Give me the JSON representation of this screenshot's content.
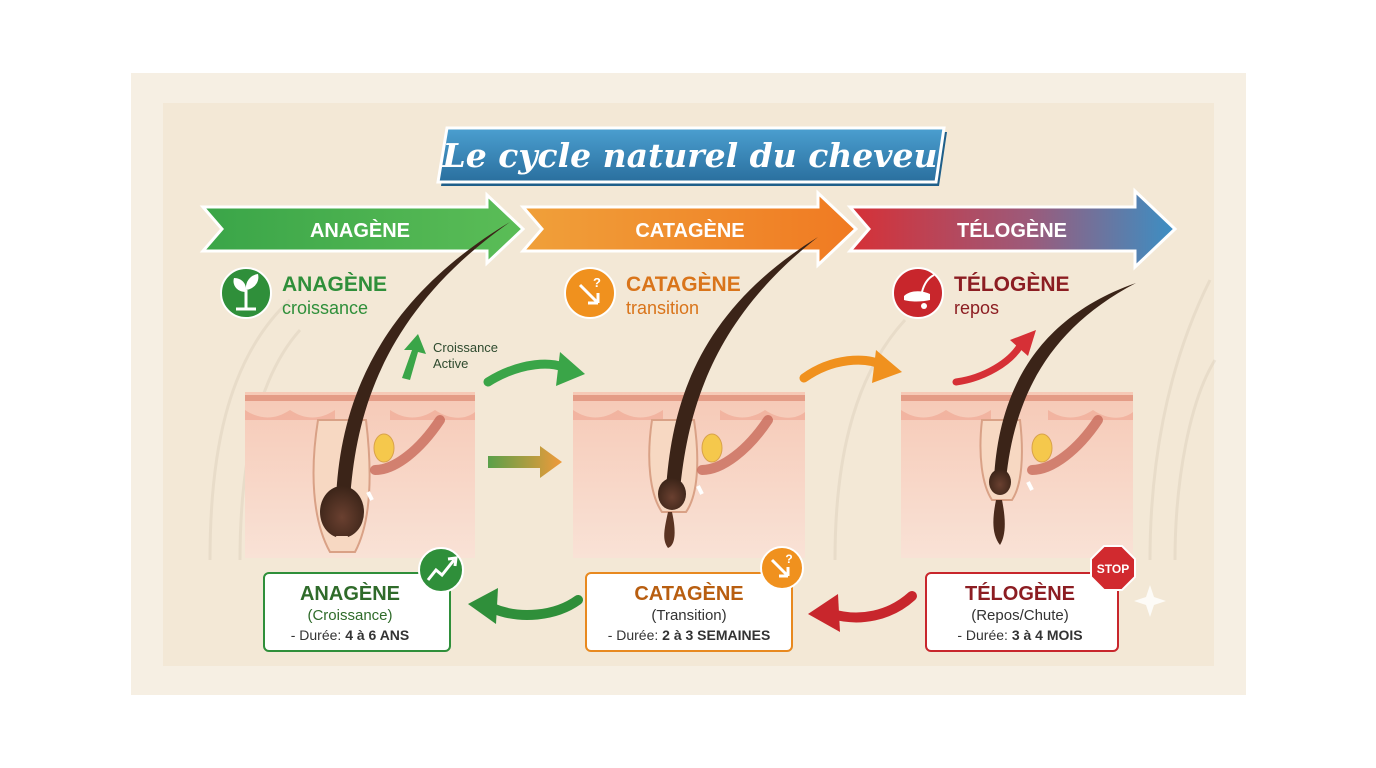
{
  "title": "Le cycle naturel du cheveu",
  "banner": {
    "anagen": "ANAGÈNE",
    "catagen": "CATAGÈNE",
    "telogen": "TÉLOGÈNE"
  },
  "phases": [
    {
      "name": "ANAGÈNE",
      "subtitle": "croissance",
      "icon": "sprout-icon",
      "color": "#2f8f3a"
    },
    {
      "name": "CATAGÈNE",
      "subtitle": "transition",
      "icon": "transition-arrow-icon",
      "color": "#d9741a"
    },
    {
      "name": "TÉLOGÈNE",
      "subtitle": "repos",
      "icon": "hand-hair-icon",
      "color": "#c8262c"
    }
  ],
  "annotation": {
    "line1": "Croissance",
    "line2": "Active"
  },
  "boxes": [
    {
      "title": "ANAGÈNE",
      "subtitle": "(Croissance)",
      "duration_prefix": "- Durée: ",
      "duration": "4 à 6 ANS",
      "badge": "growth-chart-icon"
    },
    {
      "title": "CATAGÈNE",
      "subtitle": "(Transition)",
      "duration_prefix": "- Durée: ",
      "duration": "2 à 3 SEMAINES",
      "badge": "transition-arrow-icon"
    },
    {
      "title": "TÉLOGÈNE",
      "subtitle": "(Repos/Chute)",
      "duration_prefix": "- Durée: ",
      "duration": "3 à 4 MOIS",
      "badge": "stop-sign-icon"
    }
  ],
  "stop_label": "STOP",
  "colors": {
    "green": "#2f8f3a",
    "orange": "#e8891f",
    "red": "#c8262c",
    "title_blue": "#2f7fae",
    "hair": "#3b2418",
    "skin": "#f4c6b8"
  }
}
